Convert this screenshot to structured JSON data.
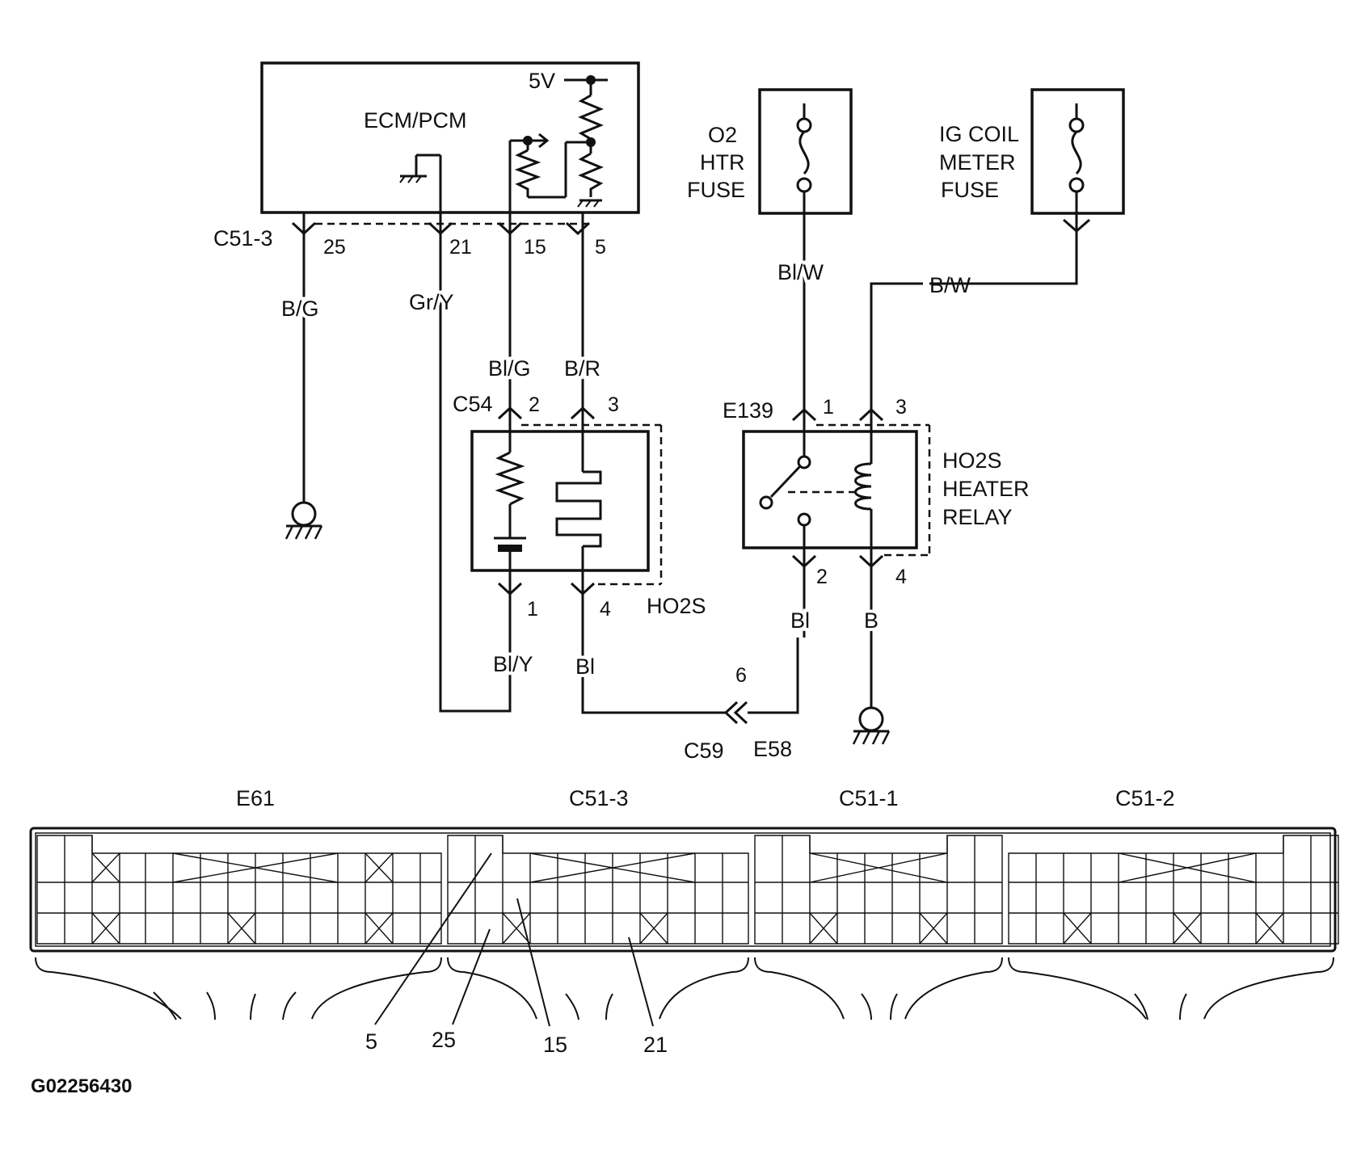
{
  "ecm": {
    "label": "ECM/PCM",
    "voltage": "5V",
    "connector": "C51-3"
  },
  "ecm_pins": [
    "25",
    "21",
    "15",
    "5"
  ],
  "wires": {
    "pin25": "B/G",
    "pin21": "Gr/Y",
    "pin15": "Bl/G",
    "pin5": "B/R",
    "o2_fuse_out": "Bl/W",
    "ig_fuse_out": "B/W",
    "ho2s_pin1": "Bl/Y",
    "ho2s_pin4": "Bl",
    "relay_pin2": "Bl",
    "relay_pin4": "B"
  },
  "o2_fuse": {
    "line1": "O2",
    "line2": "HTR",
    "line3": "FUSE"
  },
  "ig_fuse": {
    "line1": "IG COIL",
    "line2": "METER",
    "line3": "FUSE"
  },
  "ho2s": {
    "label": "HO2S",
    "connector": "C54",
    "pin_top_left": "2",
    "pin_top_right": "3",
    "pin_bottom_left": "1",
    "pin_bottom_right": "4"
  },
  "relay": {
    "line1": "HO2S",
    "line2": "HEATER",
    "line3": "RELAY",
    "connector": "E139",
    "pin_top_left": "1",
    "pin_top_right": "3",
    "pin_bottom_left": "2",
    "pin_bottom_right": "4"
  },
  "joint": {
    "pin": "6",
    "left": "C59",
    "right": "E58"
  },
  "connectors": [
    "E61",
    "C51-3",
    "C51-1",
    "C51-2"
  ],
  "callouts": [
    "5",
    "25",
    "15",
    "21"
  ],
  "figure_id": "G02256430"
}
